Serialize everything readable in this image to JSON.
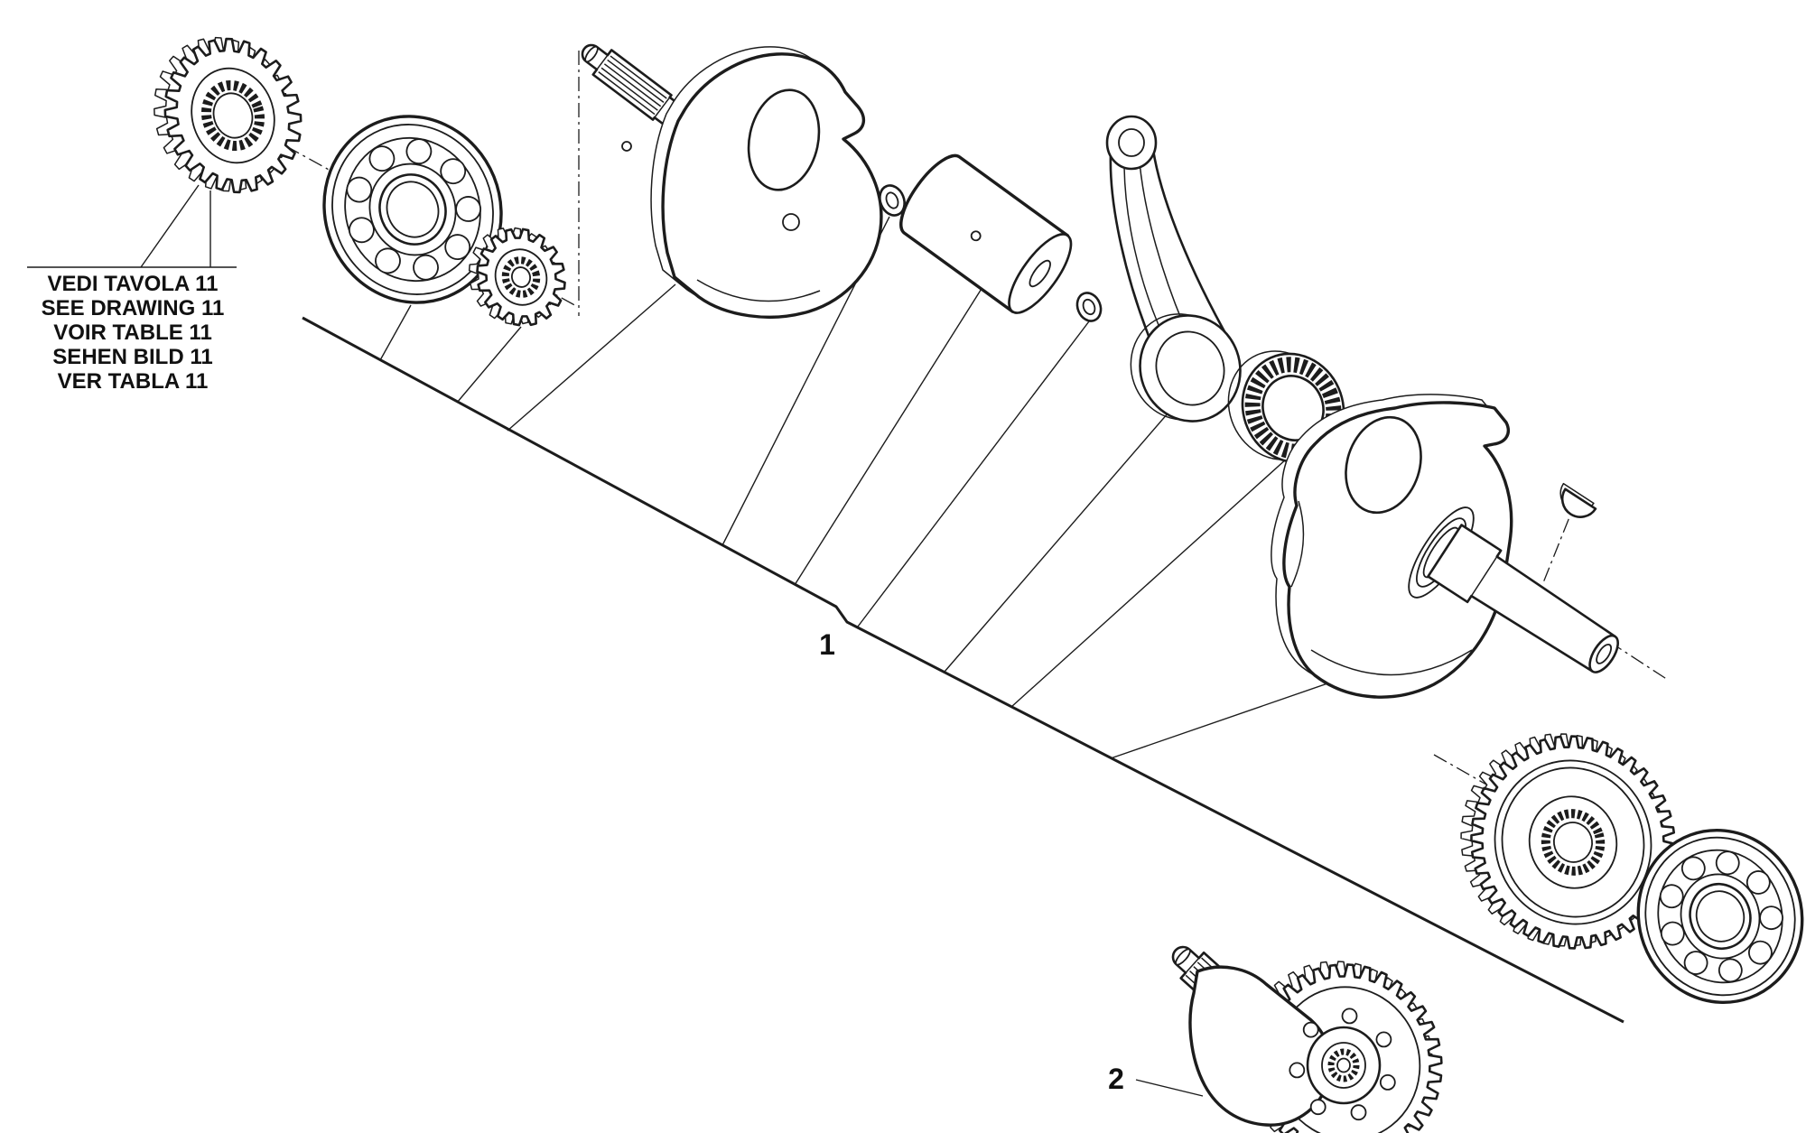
{
  "colors": {
    "ink": "#1c1c1c",
    "paper": "#ffffff"
  },
  "note": {
    "lines": [
      "VEDI TAVOLA 11",
      "SEE DRAWING 11",
      "VOIR TABLE 11",
      "SEHEN BILD 11",
      "VER TABLA 11"
    ]
  },
  "callouts": {
    "crankshaft_assembly": "1",
    "balance_shaft": "2"
  }
}
